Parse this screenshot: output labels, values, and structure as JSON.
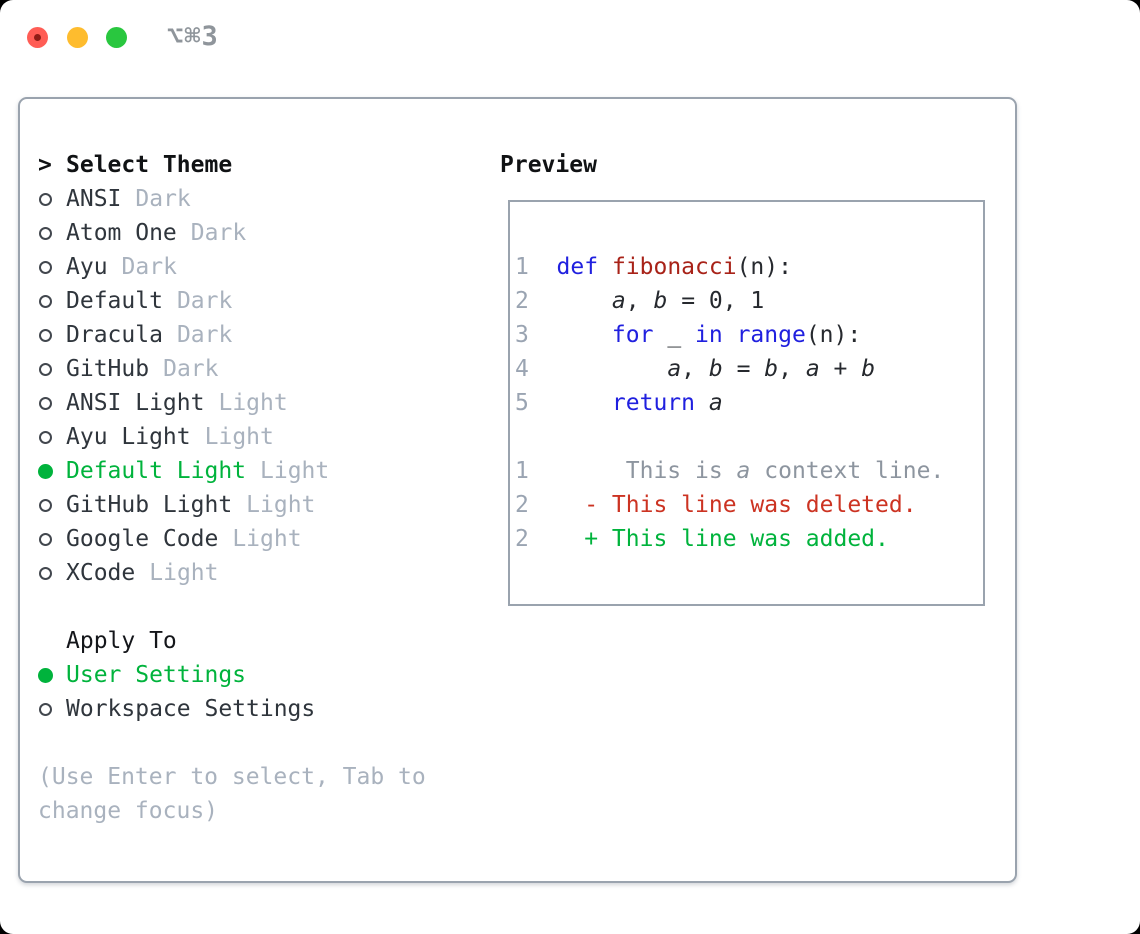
{
  "titlebar": {
    "shortcut": "⌥⌘3",
    "buttons": [
      "close",
      "minimize",
      "zoom"
    ]
  },
  "theme_panel": {
    "header": {
      "prefix": ">",
      "label": "Select Theme"
    },
    "items": [
      {
        "name": "ANSI",
        "variant": "Dark",
        "selected": false
      },
      {
        "name": "Atom One",
        "variant": "Dark",
        "selected": false
      },
      {
        "name": "Ayu",
        "variant": "Dark",
        "selected": false
      },
      {
        "name": "Default",
        "variant": "Dark",
        "selected": false
      },
      {
        "name": "Dracula",
        "variant": "Dark",
        "selected": false
      },
      {
        "name": "GitHub",
        "variant": "Dark",
        "selected": false
      },
      {
        "name": "ANSI Light",
        "variant": "Light",
        "selected": false
      },
      {
        "name": "Ayu Light",
        "variant": "Light",
        "selected": false
      },
      {
        "name": "Default Light",
        "variant": "Light",
        "selected": true
      },
      {
        "name": "GitHub Light",
        "variant": "Light",
        "selected": false
      },
      {
        "name": "Google Code",
        "variant": "Light",
        "selected": false
      },
      {
        "name": "XCode",
        "variant": "Light",
        "selected": false
      }
    ]
  },
  "apply_panel": {
    "header": "Apply To",
    "items": [
      {
        "name": "User Settings",
        "selected": true
      },
      {
        "name": "Workspace Settings",
        "selected": false
      }
    ]
  },
  "help_text": {
    "line1": "(Use Enter to select, Tab to",
    "line2": "change focus)"
  },
  "preview": {
    "header": "Preview",
    "lines": [
      {
        "num": "1",
        "segments": [
          {
            "text": "def",
            "style": "kw"
          },
          {
            "text": " ",
            "style": "plain"
          },
          {
            "text": "fibonacci",
            "style": "fn"
          },
          {
            "text": "(n):",
            "style": "plain"
          }
        ]
      },
      {
        "num": "2",
        "segments": [
          {
            "text": "    ",
            "style": "plain"
          },
          {
            "text": "a",
            "style": "var"
          },
          {
            "text": ", ",
            "style": "plain"
          },
          {
            "text": "b",
            "style": "var"
          },
          {
            "text": " = 0, 1",
            "style": "plain"
          }
        ]
      },
      {
        "num": "3",
        "segments": [
          {
            "text": "    ",
            "style": "plain"
          },
          {
            "text": "for",
            "style": "kw"
          },
          {
            "text": " _ ",
            "style": "plain"
          },
          {
            "text": "in",
            "style": "kw"
          },
          {
            "text": " ",
            "style": "plain"
          },
          {
            "text": "range",
            "style": "kw"
          },
          {
            "text": "(n):",
            "style": "plain"
          }
        ]
      },
      {
        "num": "4",
        "segments": [
          {
            "text": "        ",
            "style": "plain"
          },
          {
            "text": "a",
            "style": "var"
          },
          {
            "text": ", ",
            "style": "plain"
          },
          {
            "text": "b",
            "style": "var"
          },
          {
            "text": " = ",
            "style": "plain"
          },
          {
            "text": "b",
            "style": "var"
          },
          {
            "text": ", ",
            "style": "plain"
          },
          {
            "text": "a",
            "style": "var"
          },
          {
            "text": " + ",
            "style": "plain"
          },
          {
            "text": "b",
            "style": "var"
          }
        ]
      },
      {
        "num": "5",
        "segments": [
          {
            "text": "    ",
            "style": "plain"
          },
          {
            "text": "return",
            "style": "kw"
          },
          {
            "text": " ",
            "style": "plain"
          },
          {
            "text": "a",
            "style": "var"
          }
        ]
      },
      {
        "num": "",
        "segments": []
      },
      {
        "num": "1",
        "segments": [
          {
            "text": "     This is ",
            "style": "ctx"
          },
          {
            "text": "a",
            "style": "ctxvar"
          },
          {
            "text": " context line.",
            "style": "ctx"
          }
        ]
      },
      {
        "num": "2",
        "segments": [
          {
            "text": "  - This line was deleted.",
            "style": "del"
          }
        ]
      },
      {
        "num": "2",
        "segments": [
          {
            "text": "  + This line was added.",
            "style": "add"
          }
        ]
      }
    ]
  },
  "colors": {
    "accent_green": "#00b33c",
    "keyword_blue": "#2020df",
    "function_red": "#a82218",
    "deleted_red": "#cc3322",
    "border_gray": "#9aa3ae",
    "muted_gray": "#a9b2be",
    "line_number_gray": "#9aa4b2",
    "traffic_red": "#ff5d55",
    "traffic_yellow": "#febc2e",
    "traffic_green": "#29c73f"
  }
}
